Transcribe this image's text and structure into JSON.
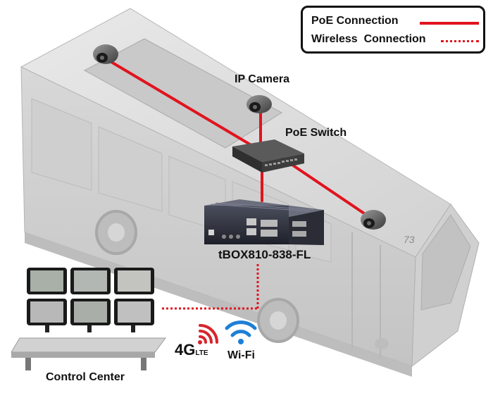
{
  "legend": {
    "poe_label": "PoE Connection",
    "wireless_label": "Wireless  Connection"
  },
  "labels": {
    "ip_camera": "IP Camera",
    "poe_switch": "PoE Switch",
    "tbox": "tBOX810-838-FL",
    "control_center": "Control Center",
    "lte_4g": "4G",
    "lte_sub": "LTE",
    "wifi": "Wi-Fi",
    "bus_number": "73"
  },
  "colors": {
    "poe_line": "#e0141e",
    "wireless_line": "#e0141e",
    "bus_body": "#dcdcdc",
    "signal_red": "#d8242b",
    "wifi_blue": "#1e7fd6"
  }
}
